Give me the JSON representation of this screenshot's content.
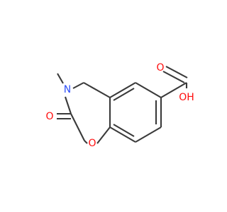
{
  "molecule": {
    "atoms": {
      "oxygen_carbonyl_ring": "O",
      "nitrogen": "N",
      "oxygen_ring": "O",
      "oxygen_acid_carbonyl": "O",
      "hydroxyl": "OH"
    },
    "colors": {
      "bond": "#3a3a3a",
      "oxygen": "#ff0d0d",
      "nitrogen": "#3050f8"
    }
  }
}
